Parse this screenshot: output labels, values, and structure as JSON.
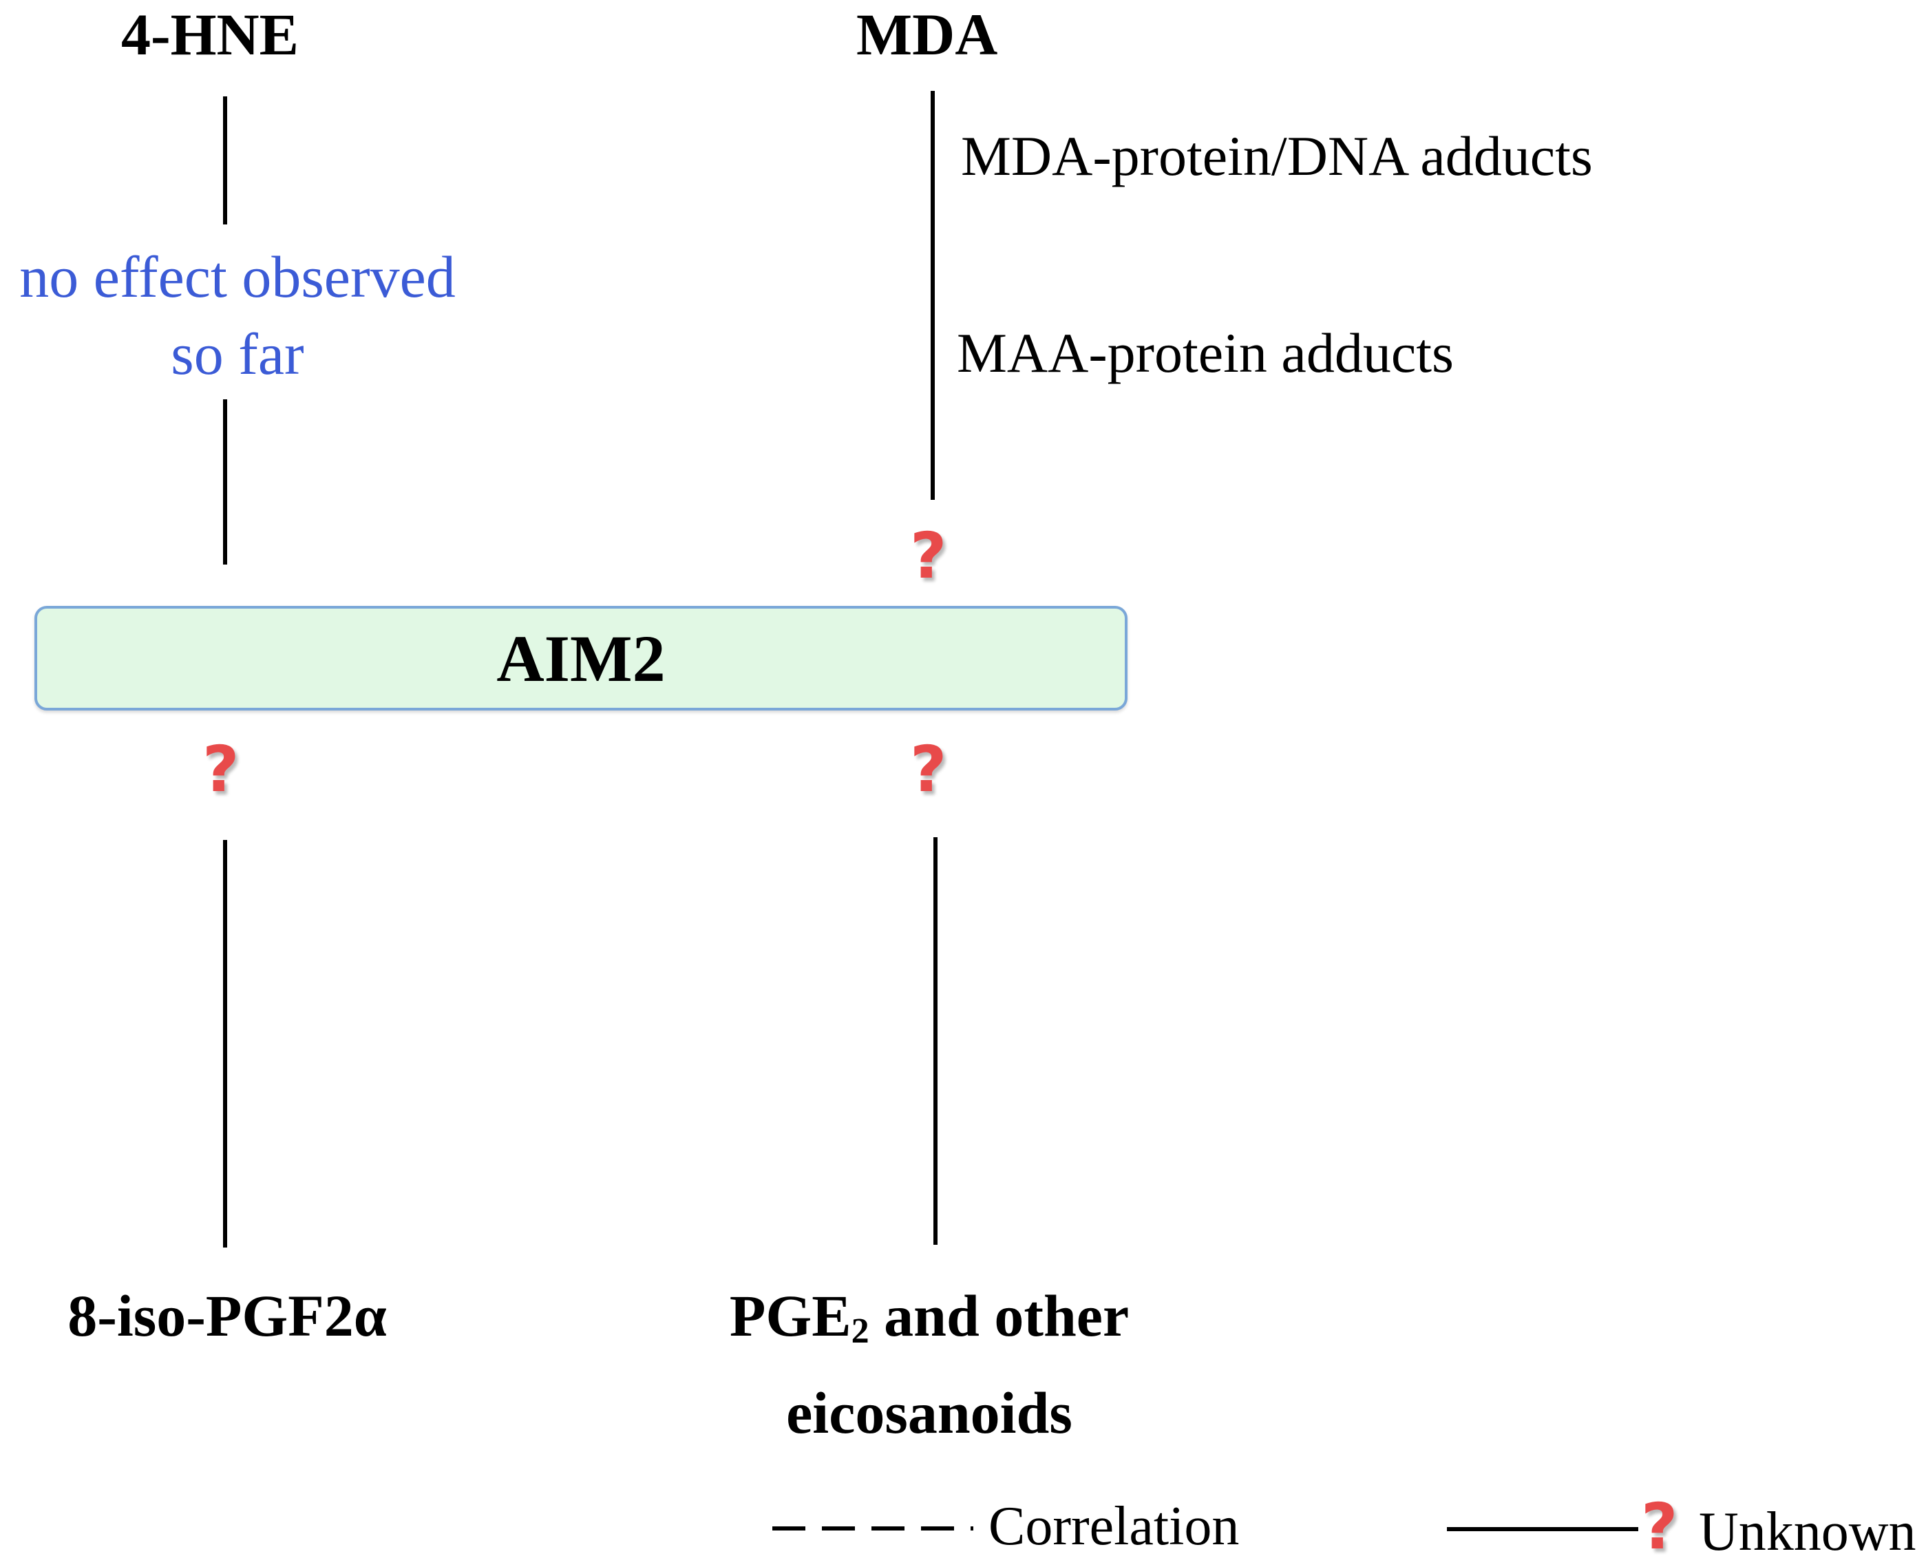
{
  "top_left": {
    "title": "4-HNE",
    "note_line1": "no effect observed",
    "note_line2": "so far"
  },
  "top_right": {
    "title": "MDA",
    "adduct1": "MDA-protein/DNA adducts",
    "adduct2": "MAA-protein adducts"
  },
  "center_box": {
    "label": "AIM2"
  },
  "bottom_left": {
    "label": "8-iso-PGF2α"
  },
  "bottom_right": {
    "label_main": "PGE",
    "label_sub": "2",
    "label_rest": " and other",
    "label_line2": "eicosanoids"
  },
  "unknown_mark": "?",
  "legend": {
    "correlation": "Correlation",
    "unknown_mark": "?",
    "unknown": "Unknown"
  },
  "colors": {
    "note_text": "#3b5bd6",
    "question_mark": "#e84a4a",
    "box_fill": "#e1f8e4",
    "box_border": "#7aa7d8"
  }
}
